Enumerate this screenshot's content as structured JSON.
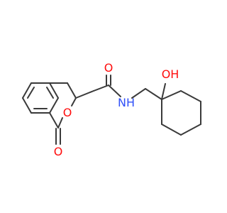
{
  "atoms": {
    "amide_oxygen": {
      "text": "O",
      "color": "#ff0d0d"
    },
    "ring_oxygen": {
      "text": "O",
      "color": "#ff0d0d"
    },
    "lactone_carbonyl_oxygen": {
      "text": "O",
      "color": "#ff0d0d"
    },
    "amide_nitrogen": {
      "text": "NH",
      "color": "#3050f8"
    },
    "hydroxyl": {
      "text": "OH",
      "color": "#ff0d0d"
    }
  },
  "colors": {
    "bond": "#3a3a3a",
    "background": "#ffffff"
  }
}
